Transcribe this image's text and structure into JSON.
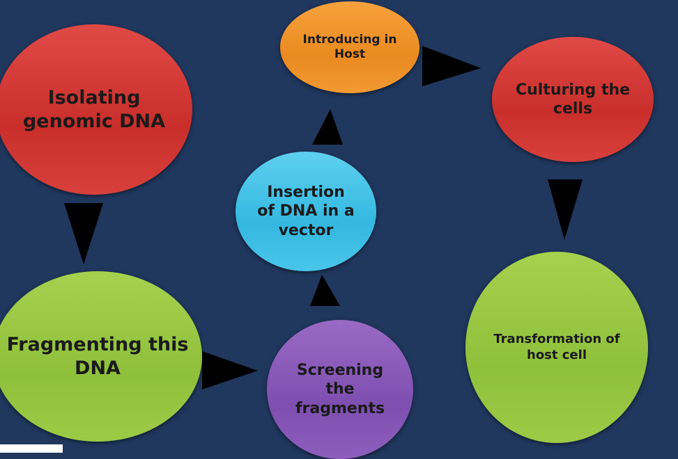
{
  "nodes": {
    "isolating": "Isolating genomic DNA",
    "fragmenting": "Fragmenting this DNA",
    "screening": "Screening the fragments",
    "insertion": "Insertion of DNA in a vector",
    "introducing": "Introducing in Host",
    "culturing": "Culturing the cells",
    "transformation": "Transformation of host cell"
  },
  "colors": {
    "background": "#20375e",
    "red": "#d13a36",
    "green": "#97c543",
    "orange": "#ef9229",
    "blue": "#3fbfe6",
    "purple": "#8657b6",
    "arrow": "#000000"
  }
}
